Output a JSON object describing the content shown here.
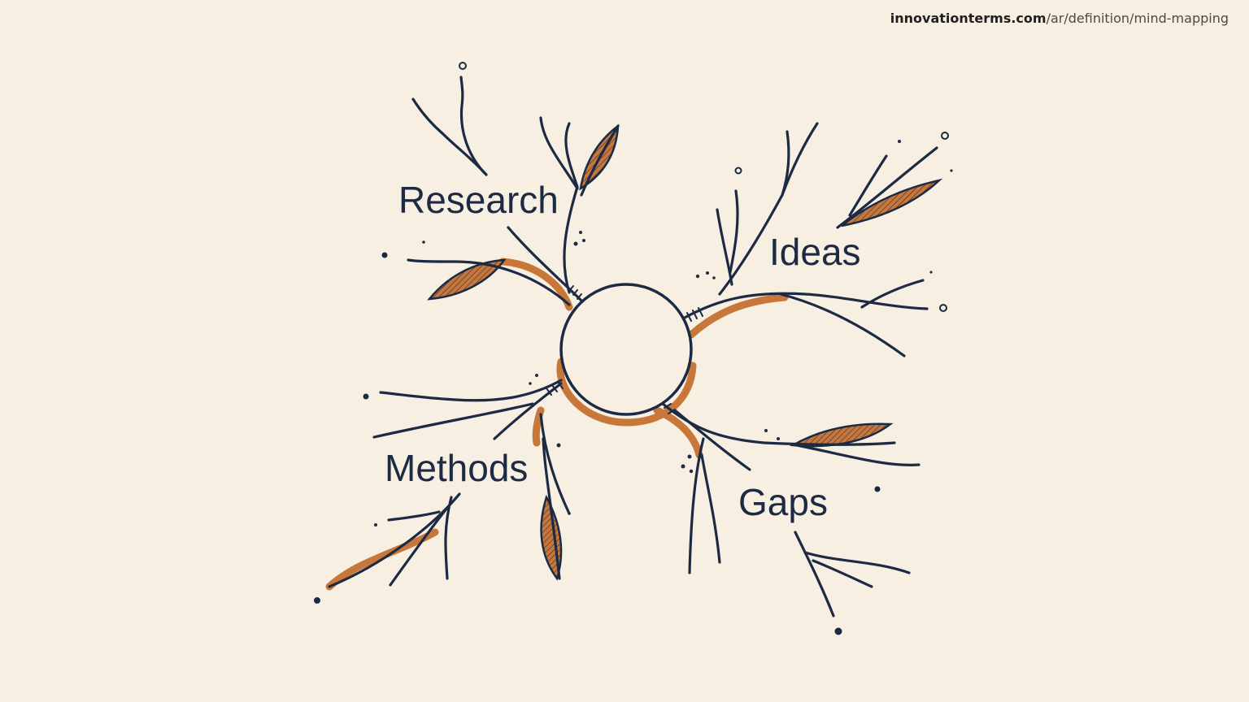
{
  "source": {
    "domain": "innovationterms.com",
    "path": "/ar/definition/mind-mapping"
  },
  "colors": {
    "background": "#f7efe1",
    "ink": "#1d2a44",
    "accent": "#c8773a"
  },
  "mind_map": {
    "center_label": "",
    "branches": [
      {
        "label": "Research"
      },
      {
        "label": "Ideas"
      },
      {
        "label": "Methods"
      },
      {
        "label": "Gaps"
      }
    ]
  }
}
